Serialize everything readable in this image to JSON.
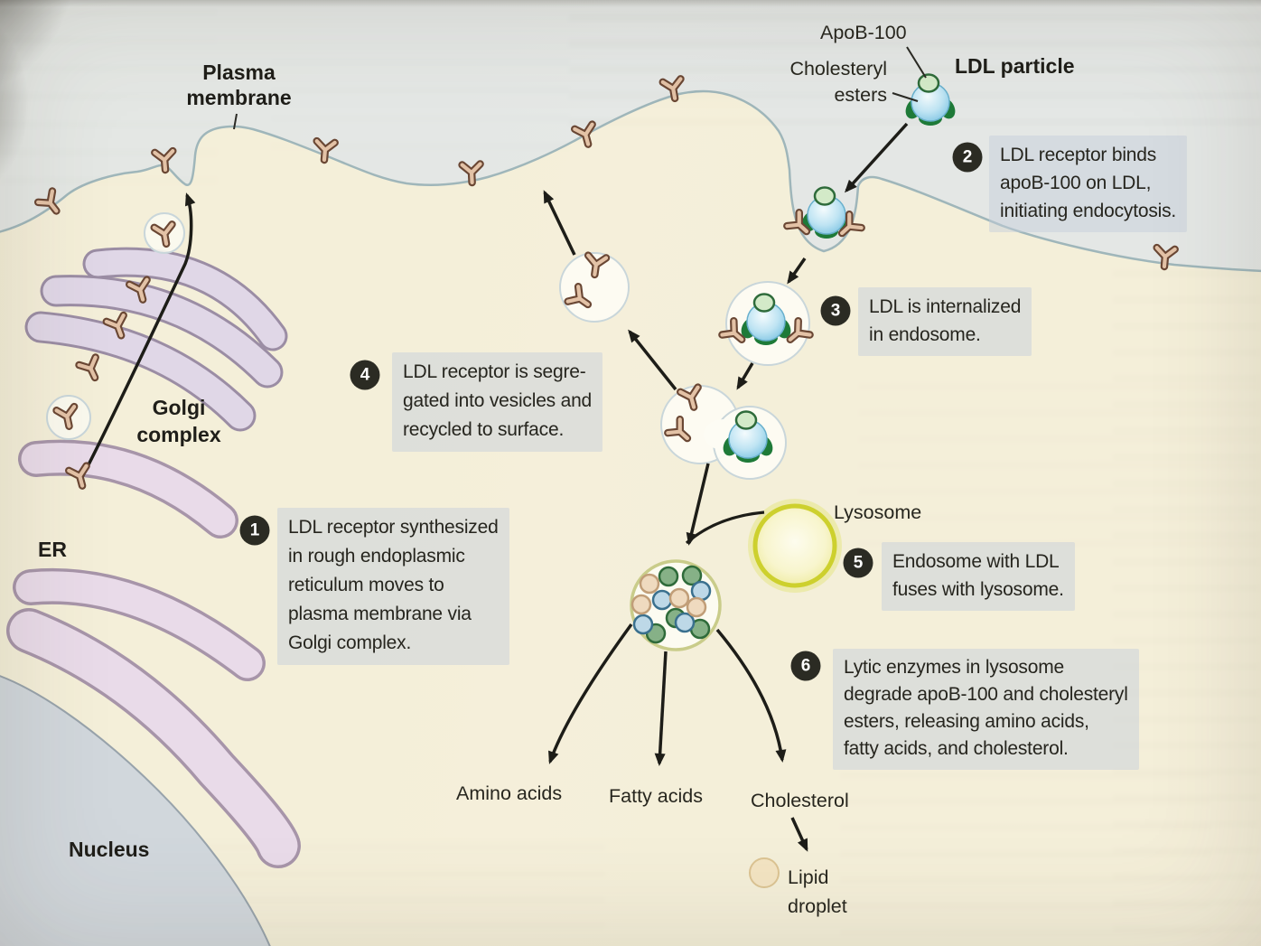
{
  "figure": {
    "labels": {
      "plasma_membrane": [
        "Plasma",
        "membrane"
      ],
      "apob100": "ApoB-100",
      "cholesteryl_esters": [
        "Cholesteryl",
        "esters"
      ],
      "ldl_particle": "LDL particle",
      "golgi_complex": [
        "Golgi",
        "complex"
      ],
      "er": "ER",
      "nucleus": "Nucleus",
      "lysosome": "Lysosome",
      "amino_acids": "Amino acids",
      "fatty_acids": "Fatty acids",
      "cholesterol": "Cholesterol",
      "lipid_droplet": [
        "Lipid",
        "droplet"
      ]
    },
    "steps": [
      {
        "num": "1",
        "lines": [
          "LDL receptor synthesized",
          "in rough endoplasmic",
          "reticulum moves to",
          "plasma membrane via",
          "Golgi complex."
        ]
      },
      {
        "num": "2",
        "lines": [
          "LDL receptor binds",
          "apoB-100 on LDL,",
          "initiating endocytosis."
        ]
      },
      {
        "num": "3",
        "lines": [
          "LDL is internalized",
          "in endosome."
        ]
      },
      {
        "num": "4",
        "lines": [
          "LDL receptor is segre-",
          "gated into vesicles and",
          "recycled to surface."
        ]
      },
      {
        "num": "5",
        "lines": [
          "Endosome with LDL",
          "fuses with lysosome."
        ]
      },
      {
        "num": "6",
        "lines": [
          "Lytic enzymes in lysosome",
          "degrade apoB-100 and cholesteryl",
          "esters, releasing amino acids,",
          "fatty acids, and cholesterol."
        ]
      }
    ],
    "icons": {
      "ldl_receptor_icon": "tan Y-shaped receptor glyph",
      "ldl_particle_icon": "blue sphere with green apoB-100 protein patches",
      "lysosome_icon": "yellow circle",
      "secondary_lysosome_icon": "pale vesicle with small green/blue/tan granules",
      "lipid_droplet_icon": "small tan circle",
      "endosome_icon": "pale outlined vesicle",
      "arrow_icon": "black pathway arrow"
    },
    "colors": {
      "page": "#e9e5db",
      "extracellular": "#e3e8e6",
      "cytoplasm": "#f6f0d8",
      "membrane": "#9fb6ba",
      "golgi_fill": "#e0d7e7",
      "golgi_outline": "#9b8da4",
      "er_fill": "#e9dbe9",
      "nucleus_fill": "#cdd5dc",
      "receptor_fill": "#e3c2a6",
      "receptor_outline": "#6a4734",
      "ldl_core": "#b9e2f2",
      "ldl_protein": "#1e7a38",
      "ldl_cap": "#d3eac8",
      "lysosome_rim": "#cdd02e",
      "lipid_droplet_fill": "#f3e4c3",
      "badge_bg": "#2b2b23",
      "badge_text": "#ffffff",
      "step_box_bg": "#c4ced9",
      "text": "#27261e",
      "arrow": "#1d1d18"
    }
  }
}
